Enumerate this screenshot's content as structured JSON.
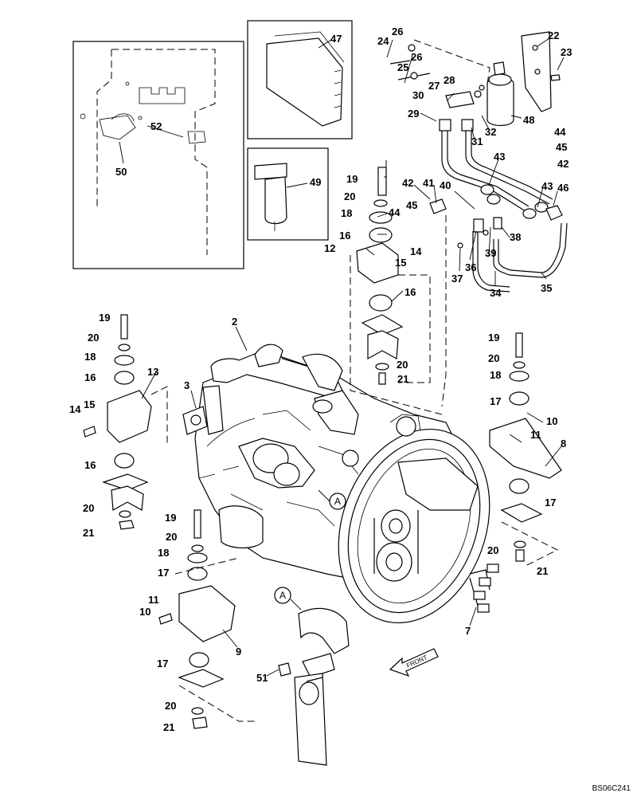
{
  "diagram": {
    "drawing_code": "BS06C241",
    "front_label": "FRONT",
    "reference_mark": "A",
    "part_numbers": [
      "2",
      "3",
      "7",
      "8",
      "9",
      "10",
      "11",
      "12",
      "13",
      "14",
      "15",
      "16",
      "17",
      "18",
      "19",
      "20",
      "21",
      "22",
      "23",
      "24",
      "25",
      "26",
      "27",
      "28",
      "29",
      "30",
      "31",
      "32",
      "34",
      "35",
      "36",
      "37",
      "38",
      "39",
      "40",
      "41",
      "42",
      "43",
      "44",
      "45",
      "46",
      "47",
      "48",
      "49",
      "50",
      "51",
      "52"
    ]
  }
}
